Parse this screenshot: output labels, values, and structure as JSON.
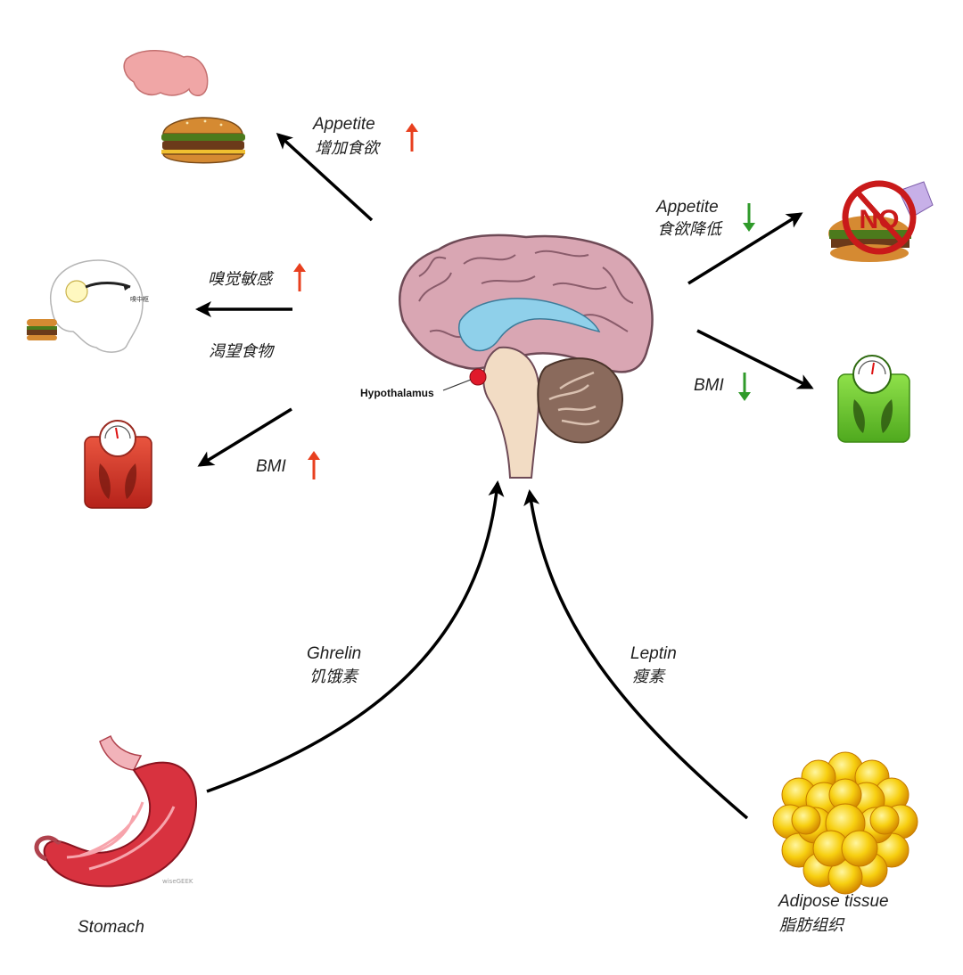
{
  "labels": {
    "appetite_up_en": "Appetite",
    "appetite_up_cn": "增加食欲",
    "smell_cn": "嗅觉敏感",
    "crave_cn": "渴望食物",
    "bmi_up": "BMI",
    "appetite_down_en": "Appetite",
    "appetite_down_cn": "食欲降低",
    "bmi_down": "BMI",
    "hypothalamus": "Hypothalamus",
    "ghrelin_en": "Ghrelin",
    "ghrelin_cn": "饥饿素",
    "leptin_en": "Leptin",
    "leptin_cn": "瘦素",
    "stomach": "Stomach",
    "adipose_en": "Adipose tissue",
    "adipose_cn": "脂肪组织",
    "head_sketch_text": "嗅中枢",
    "stomach_watermark": "wiseGEEK",
    "no_sign_text": "NO"
  },
  "colors": {
    "up_arrow": "#e8401f",
    "down_arrow": "#2f9a2a",
    "connector": "#000000",
    "brain_pink": "#d9a6b3",
    "ventricle_blue": "#8fd0ea",
    "hypothalamus_red": "#e0192b",
    "cerebellum_brown": "#8a6a5c",
    "scale_red": "#d93a2a",
    "scale_green": "#6cc52d",
    "fat_yellow": "#f5c400"
  },
  "icons": {
    "appetite_up_indicator": "arrow-up-icon",
    "smell_up_indicator": "arrow-up-icon",
    "bmi_up_indicator": "arrow-up-icon",
    "appetite_down_indicator": "arrow-down-icon",
    "bmi_down_indicator": "arrow-down-icon"
  }
}
